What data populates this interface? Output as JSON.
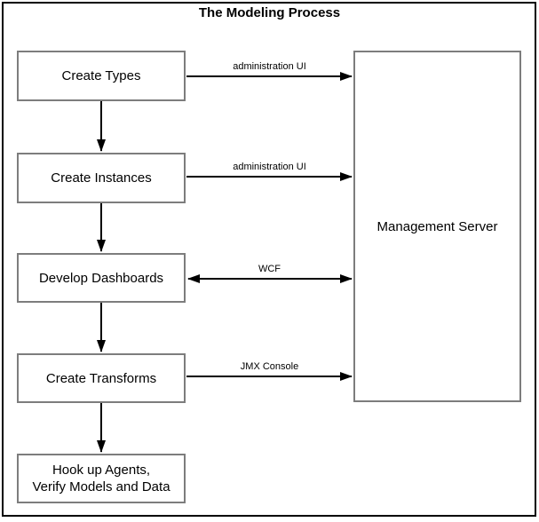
{
  "diagram": {
    "title": "The Modeling Process",
    "boxes": [
      {
        "name": "create-types",
        "label": "Create Types"
      },
      {
        "name": "create-instances",
        "label": "Create Instances"
      },
      {
        "name": "develop-dashboards",
        "label": "Develop Dashboards"
      },
      {
        "name": "create-transforms",
        "label": "Create Transforms"
      },
      {
        "name": "hook-up-agents",
        "label": "Hook up Agents,\nVerify Models and Data"
      }
    ],
    "server": {
      "label": "Management Server"
    },
    "connections": [
      {
        "from": "create-types",
        "to": "management-server",
        "label": "administration UI",
        "direction": "one-way"
      },
      {
        "from": "create-instances",
        "to": "management-server",
        "label": "administration UI",
        "direction": "one-way"
      },
      {
        "from": "develop-dashboards",
        "to": "management-server",
        "label": "WCF",
        "direction": "two-way"
      },
      {
        "from": "create-transforms",
        "to": "management-server",
        "label": "JMX Console",
        "direction": "one-way"
      }
    ],
    "colors": {
      "frame_border": "#000000",
      "box_border": "#7d7d7d",
      "arrow": "#000000",
      "text": "#000000",
      "background": "#ffffff"
    }
  }
}
